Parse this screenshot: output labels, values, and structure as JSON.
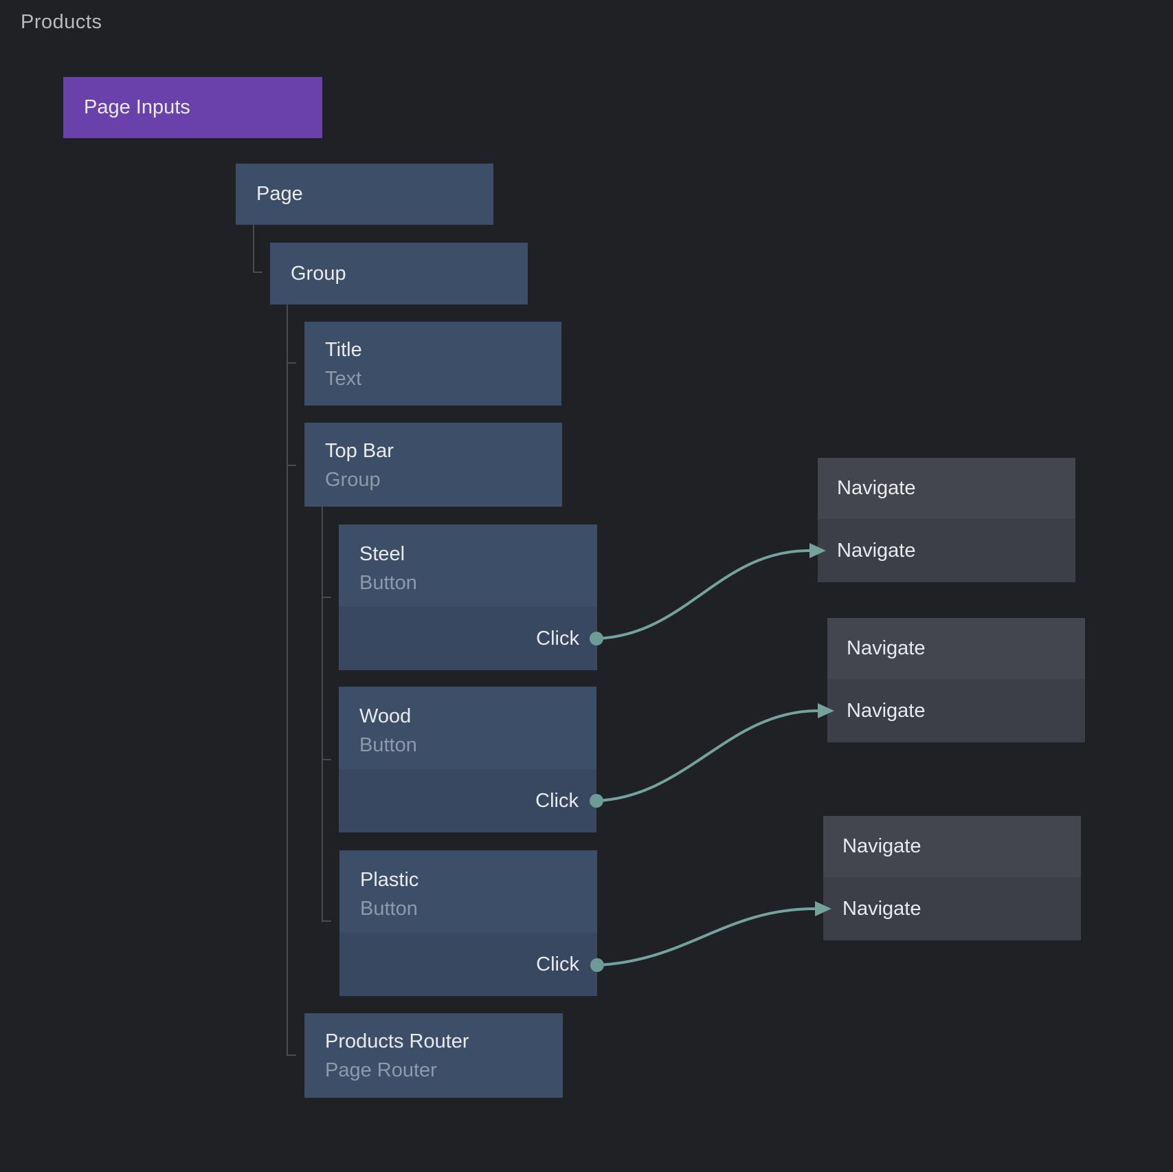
{
  "app": {
    "title": "Products"
  },
  "colors": {
    "background": "#202124",
    "node_blue": "#3d4f68",
    "node_blue_dark": "#394861",
    "node_purple": "#6a41aa",
    "node_gray": "#44464f",
    "node_gray_dark": "#3c3f48",
    "wire_teal": "#73a39c",
    "port_dot": "#6d9c96",
    "tree_line": "#4b4b4c",
    "text_primary": "#e9eaec",
    "text_secondary": "#8e99a9",
    "text_page_title": "#babbbd"
  },
  "nodes": {
    "page_inputs": {
      "title": "Page Inputs"
    },
    "page": {
      "title": "Page"
    },
    "group": {
      "title": "Group"
    },
    "title": {
      "title": "Title",
      "subtitle": "Text"
    },
    "top_bar": {
      "title": "Top Bar",
      "subtitle": "Group"
    },
    "steel": {
      "title": "Steel",
      "subtitle": "Button",
      "output_port": "Click"
    },
    "wood": {
      "title": "Wood",
      "subtitle": "Button",
      "output_port": "Click"
    },
    "plastic": {
      "title": "Plastic",
      "subtitle": "Button",
      "output_port": "Click"
    },
    "products_router": {
      "title": "Products Router",
      "subtitle": "Page Router"
    },
    "navigate_1": {
      "title": "Navigate",
      "input_port": "Navigate"
    },
    "navigate_2": {
      "title": "Navigate",
      "input_port": "Navigate"
    },
    "navigate_3": {
      "title": "Navigate",
      "input_port": "Navigate"
    }
  },
  "connections": [
    {
      "from": "Steel.Click",
      "to": "Navigate 1.Navigate"
    },
    {
      "from": "Wood.Click",
      "to": "Navigate 2.Navigate"
    },
    {
      "from": "Plastic.Click",
      "to": "Navigate 3.Navigate"
    }
  ]
}
